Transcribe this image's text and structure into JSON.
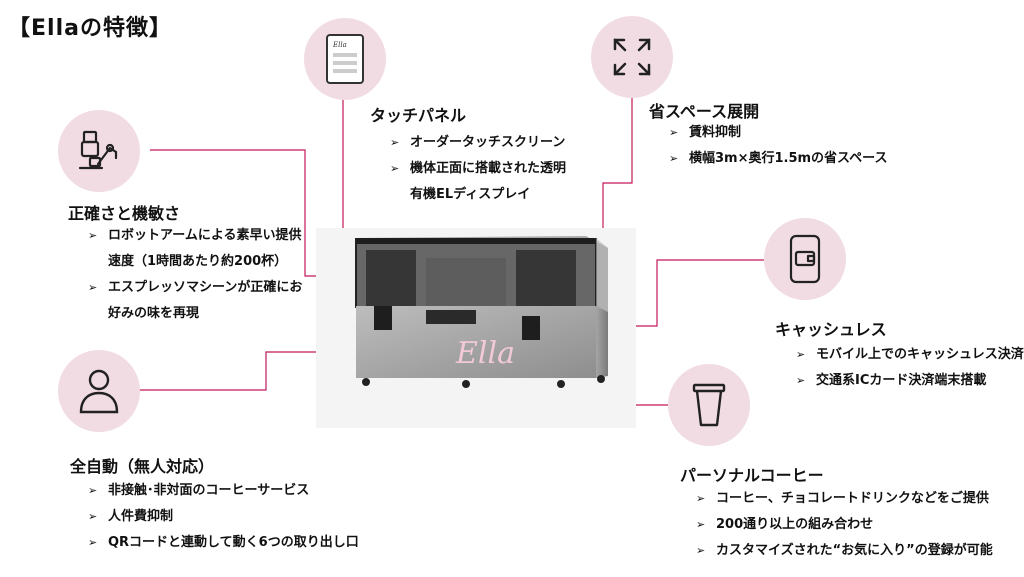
{
  "title": "【Ellaの特徴】",
  "accent": "#c2185b",
  "circle_color": "#f1dce3",
  "machine_logo": "Ella",
  "features": {
    "touch_panel": {
      "icon": "tablet-icon",
      "heading": "タッチパネル",
      "bullets": [
        "オーダータッチスクリーン",
        "機体正面に搭載された透明",
        "有機ELディスプレイ"
      ]
    },
    "space": {
      "icon": "expand-arrows-icon",
      "heading": "省スペース展開",
      "bullets": [
        "賃料抑制",
        "横幅3m×奥行1.5mの省スペース"
      ]
    },
    "precision": {
      "icon": "robot-arm-icon",
      "heading": "正確さと機敏さ",
      "bullets": [
        "ロボットアームによる素早い提供",
        "速度（1時間あたり約200杯）",
        "エスプレッソマシーンが正確にお",
        "好みの味を再現"
      ]
    },
    "cashless": {
      "icon": "smartphone-wallet-icon",
      "heading": "キャッシュレス",
      "bullets": [
        "モバイル上でのキャッシュレス決済",
        "交通系ICカード決済端末搭載"
      ]
    },
    "automation": {
      "icon": "person-icon",
      "heading": "全自動（無人対応）",
      "bullets": [
        "非接触･非対面のコーヒーサービス",
        "人件費抑制",
        "QRコードと連動して動く6つの取り出し口"
      ]
    },
    "coffee": {
      "icon": "coffee-cup-icon",
      "heading": "パーソナルコーヒー",
      "bullets": [
        "コーヒー、チョコレートドリンクなどをご提供",
        "200通り以上の組み合わせ",
        "カスタマイズされた“お気に入り”の登録が可能"
      ]
    }
  }
}
